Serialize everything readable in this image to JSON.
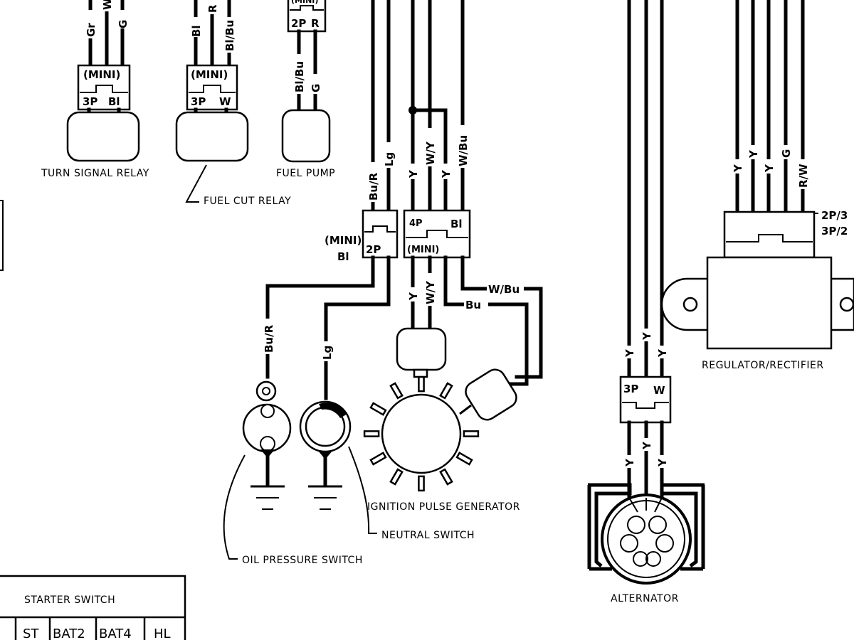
{
  "components": {
    "turn_signal_relay": {
      "label": "TURN SIGNAL RELAY",
      "wires": [
        "Gr",
        "W",
        "G"
      ],
      "connector": {
        "type": "(MINI)",
        "pins": "3P",
        "color": "Bl"
      }
    },
    "fuel_cut_relay": {
      "label": "FUEL CUT RELAY",
      "wires": [
        "Bl",
        "R",
        "Bl/Bu"
      ],
      "connector": {
        "type": "(MINI)",
        "pins": "3P",
        "color": "W"
      }
    },
    "fuel_pump": {
      "label": "FUEL PUMP",
      "wires": [
        "Bl/Bu",
        "G"
      ],
      "connector": {
        "type": "(MINI)",
        "pins": "2P",
        "color": "R"
      }
    },
    "oil_pressure_switch": {
      "label": "OIL PRESSURE SWITCH",
      "wire": "Bu/R"
    },
    "neutral_switch": {
      "label": "NEUTRAL SWITCH",
      "wire": "Lg"
    },
    "ignition_pulse_generator": {
      "label": "IGNITION PULSE GENERATOR"
    },
    "regulator_rectifier": {
      "label": "REGULATOR/RECTIFIER",
      "wires": [
        "Y",
        "Y",
        "Y",
        "G",
        "R/W"
      ],
      "connector_labels": [
        "2P/3",
        "3P/2"
      ]
    },
    "alternator": {
      "label": "ALTERNATOR"
    }
  },
  "connectors": {
    "c2p": {
      "type": "(MINI)",
      "pins": "2P",
      "color": "Bl",
      "wires_top": [
        "Bu/R",
        "Lg"
      ]
    },
    "c4p": {
      "pins": "4P",
      "color": "Bl",
      "type": "(MINI)",
      "wires_top": [
        "Y",
        "W/Y",
        "Y",
        "W/Bu"
      ],
      "wires_bottom": [
        "Y",
        "W/Y",
        "Bu",
        "W/Bu"
      ]
    },
    "c3p_alt": {
      "pins": "3P",
      "color": "W",
      "wires_top": [
        "Y",
        "Y",
        "Y"
      ],
      "wires_bottom": [
        "Y",
        "Y",
        "Y"
      ]
    }
  },
  "starter_switch": {
    "title": "STARTER SWITCH",
    "columns": [
      "ST",
      "BAT2",
      "BAT4",
      "HL"
    ]
  }
}
